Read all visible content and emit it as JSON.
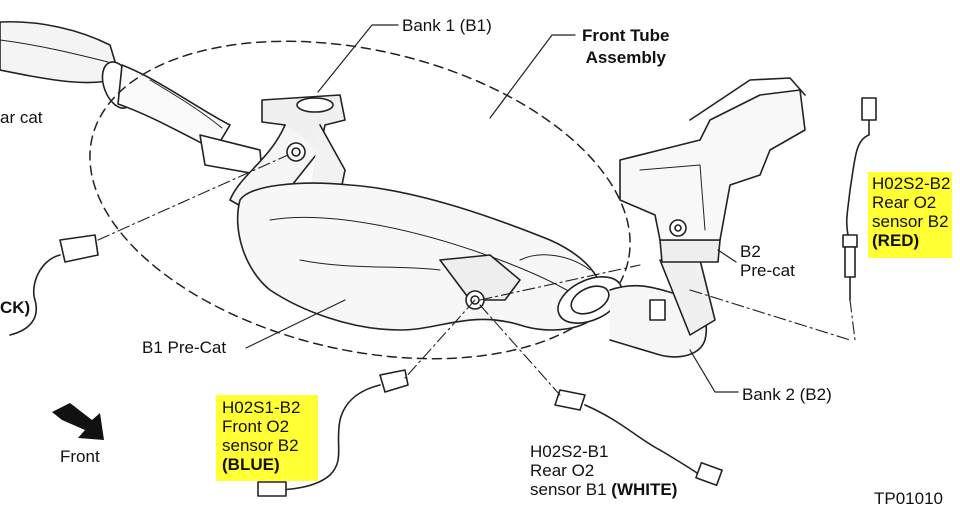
{
  "labels": {
    "rear_cat_partial": "ar cat",
    "ck_partial": "CK)",
    "bank1": "Bank 1 (B1)",
    "front_tube_line1": "Front Tube",
    "front_tube_line2": "Assembly",
    "b2_precat_line1": "B2",
    "b2_precat_line2": "Pre-cat",
    "b1_precat": "B1 Pre-Cat",
    "bank2": "Bank 2 (B2)",
    "front_arrow": "Front",
    "figure_code": "TP01010"
  },
  "sensors": {
    "h02s2_b2": {
      "code": "H02S2-B2",
      "desc1": "Rear O2",
      "desc2": "sensor B2",
      "color_label": "(RED)"
    },
    "h02s1_b2": {
      "code": "H02S1-B2",
      "desc1": "Front O2",
      "desc2": "sensor B2",
      "color_label": "(BLUE)"
    },
    "h02s2_b1": {
      "code": "H02S2-B1",
      "desc1": "Rear O2",
      "desc2": "sensor B1",
      "color_label": "(WHITE)"
    }
  },
  "colors": {
    "highlight": "#ffff33",
    "line": "#222222"
  }
}
